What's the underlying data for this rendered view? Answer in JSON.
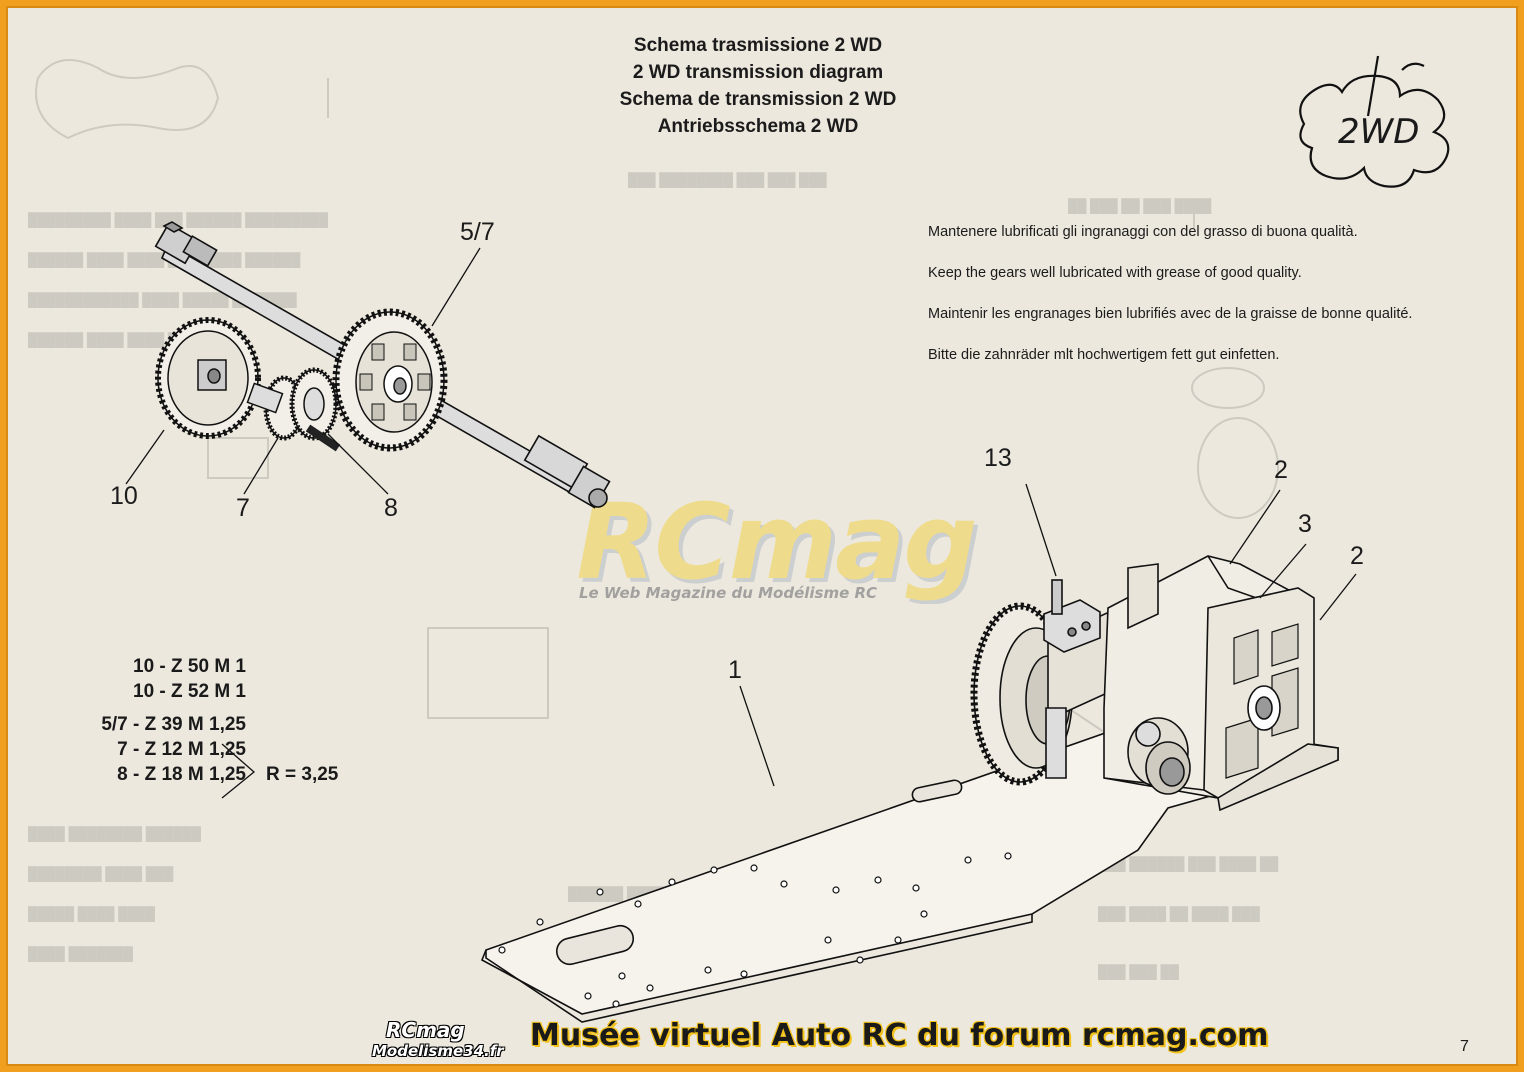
{
  "title_lines": [
    "Schema trasmissione 2 WD",
    "2 WD transmission diagram",
    "Schema de transmission 2 WD",
    "Antriebsschema 2 WD"
  ],
  "lubrication_notes": [
    "Mantenere lubrificati gli ingranaggi con del grasso di buona qualità.",
    "Keep the gears well lubricated with grease of good quality.",
    "Maintenir les engranages bien lubrifiés avec de la graisse de bonne qualité.",
    "Bitte die zahnräder mlt hochwertigem fett gut einfetten."
  ],
  "badge": "2WD",
  "callouts": {
    "c57": "5/7",
    "c10": "10",
    "c7": "7",
    "c8": "8",
    "c13": "13",
    "c2a": "2",
    "c3": "3",
    "c2b": "2",
    "c1": "1"
  },
  "gear_specs": [
    "10 - Z 50 M 1",
    "10 - Z 52 M 1",
    "5/7 - Z 39 M 1,25",
    "7 - Z 12 M 1,25",
    "8 - Z 18 M 1,25"
  ],
  "ratio": "R = 3,25",
  "watermark": {
    "name": "RCmag",
    "tagline": "Le Web Magazine du Modélisme RC"
  },
  "footer_logo": {
    "top": "RCmag",
    "bottom": "Modelisme34.fr"
  },
  "footer_text": "Musée virtuel Auto RC du forum rcmag.com",
  "page_number": "7"
}
